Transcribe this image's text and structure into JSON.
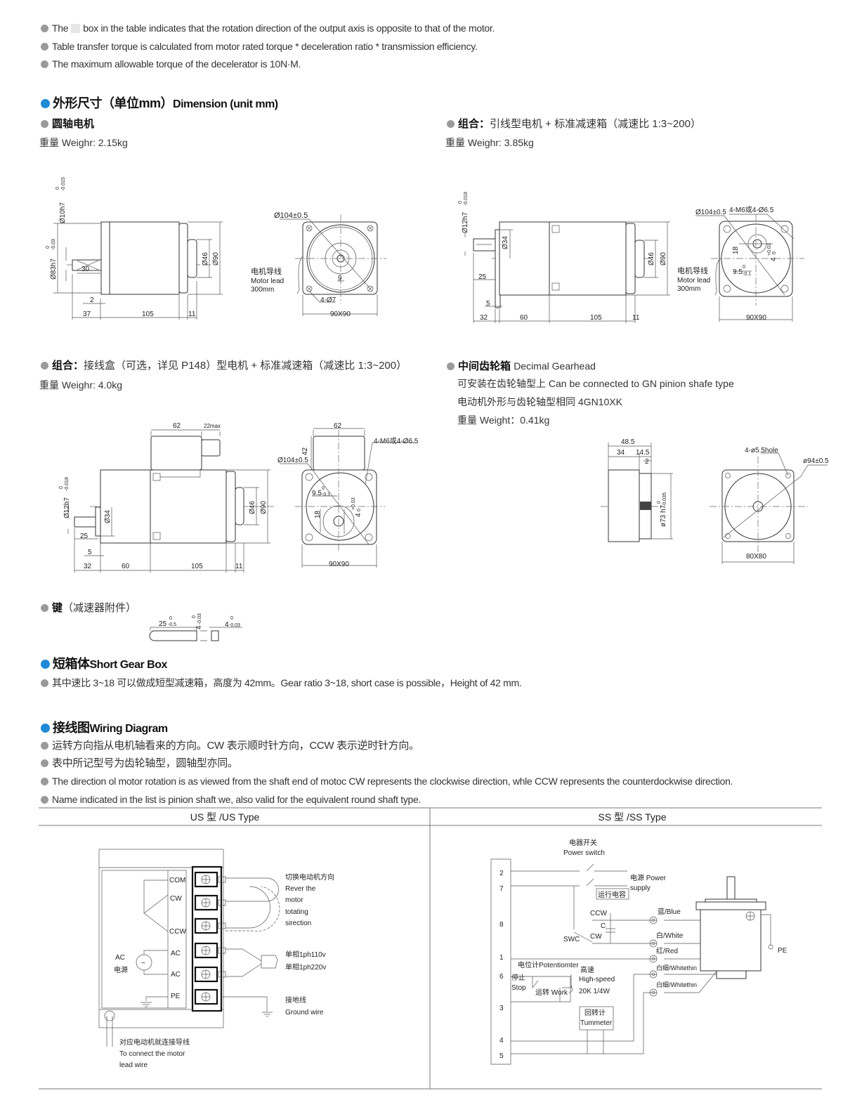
{
  "notes": [
    {
      "before": "The",
      "after": "box in the table indicates that the rotation direction of the output axis is opposite to that of the motor."
    },
    {
      "text": "Table transfer torque is calculated from motor rated torque * deceleration ratio * transmission efficiency."
    },
    {
      "text": "The maximum allowable torque of the decelerator is 10N·M."
    }
  ],
  "dimension": {
    "heading_cn": "外形尺寸（单位mm）",
    "heading_en": "Dimension (unit mm)",
    "round_shaft": {
      "title": "圆轴电机",
      "weight_cn": "重量",
      "weight": "Weighr: 2.15kg",
      "labels": [
        "Ø10h7",
        "0",
        "-0.015",
        "Ø83h7",
        "0",
        "-0.03",
        "30",
        "2",
        "37",
        "105",
        "11",
        "Ø46",
        "Ø90"
      ],
      "front_labels": [
        "Ø104±0.5",
        "电机导线",
        "Motor lead",
        "300mm",
        "9",
        "4-Ø7",
        "90X90"
      ]
    },
    "lead_combo": {
      "title": "组合：",
      "title_rest": "引线型电机 + 标准减速箱（减速比 1:3~200）",
      "weight_cn": "重量",
      "weight": "Weighr: 3.85kg",
      "labels": [
        "Ø12h7",
        "0",
        "-0.018",
        "Ø34",
        "25",
        "5",
        "32",
        "60",
        "105",
        "11",
        "Ø46",
        "Ø90"
      ],
      "front_labels": [
        "Ø104±0.5",
        "4-M6或4-Ø6.5",
        "18",
        "9.5",
        "0",
        "-0.1",
        "4",
        "+0.03",
        "0",
        "电机导线",
        "Motor lead",
        "300mm",
        "90X90"
      ]
    },
    "box_combo": {
      "title": "组合：",
      "title_rest": "接线盒（可选，详见 P148）型电机 + 标准减速箱（减速比 1:3~200）",
      "weight_cn": "重量",
      "weight": "Weighr: 4.0kg",
      "labels": [
        "62",
        "22max",
        "Ø12h7",
        "0",
        "-0.018",
        "Ø34",
        "25",
        "5",
        "32",
        "60",
        "105",
        "11",
        "Ø46",
        "Ø90"
      ],
      "front_labels": [
        "62",
        "42",
        "Ø104±0.5",
        "4-M6或4-Ø6.5",
        "9.5",
        "0",
        "-0.1",
        "18",
        "4",
        "+0.03",
        "0",
        "90X90"
      ]
    },
    "decimal_gearhead": {
      "title_cn": "中间齿轮箱",
      "title_en": "Decimal Gearhead",
      "lines": [
        "可安装在齿轮轴型上 Can be connected to GN pinion shafe type",
        "电动机外形与齿轮轴型相同 4GN10XK"
      ],
      "weight_cn": "重量",
      "weight": "Weight：0.41kg",
      "labels": [
        "48.5",
        "34",
        "14.5",
        "2",
        "ø73 h7",
        "0",
        "-0.035"
      ],
      "front_labels": [
        "4-ø5.5hole",
        "ø94±0.5",
        "80X80"
      ]
    },
    "key": {
      "title": "键",
      "title_rest": "（减速器附件）",
      "labels": [
        "25",
        "0",
        "-0.5",
        "4",
        "0",
        "-0.03",
        "4",
        "0",
        "-0.03"
      ]
    }
  },
  "short_gearbox": {
    "heading_cn": "短箱体",
    "heading_en": "Short Gear Box",
    "text": "其中速比 3~18 可以做成短型减速箱，高度为 42mm。Gear ratio 3~18, short case is possible，Height of 42 mm."
  },
  "wiring": {
    "heading_cn": "接线图",
    "heading_en": "Wiring Diagram",
    "notes": [
      "运转方向指从电机轴看来的方向。CW 表示顺时针方向，CCW 表示逆时针方向。",
      "表中所记型号为齿轮轴型，圆轴型亦同。",
      "The direction ol motor rotation is as viewed from the shaft end of motoc CW represents the clockwise direction, whle CCW represents the counterdockwise direction.",
      "Name indicated in the list is pinion shaft we, also valid for the equivalent round shaft type."
    ],
    "us": {
      "header": "US 型 /US Type",
      "terminals": [
        "COM",
        "CW",
        "CCW",
        "AC",
        "AC",
        "PE"
      ],
      "ac_label": "AC",
      "ac_cn": "电源",
      "ac_symbol": "~",
      "reverse": [
        "切换电动机方向",
        "Rever the",
        "motor",
        "totating",
        "sirection"
      ],
      "power": [
        "单相1ph110v",
        "单相1ph220v"
      ],
      "ground": [
        "接地线",
        "Ground wire"
      ],
      "lead": [
        "对应电动机就连接导线",
        "To connect the motor",
        "lead wire"
      ]
    },
    "ss": {
      "header": "SS 型 /SS Type",
      "terminals": [
        "2",
        "7",
        "8",
        "1",
        "6",
        "3",
        "4",
        "5"
      ],
      "power_switch": [
        "电器开关",
        "Power switch"
      ],
      "power_supply": [
        "电源 Power",
        "supply"
      ],
      "run_cap": "运行电容",
      "ccw": "CCW",
      "cw": "CW",
      "c": "C",
      "swc": "SWC",
      "wires": [
        "蓝/Blue",
        "白/White",
        "红/Red",
        "白细/Whitethin",
        "白细/Whitethin"
      ],
      "pe": "PE",
      "potentiometer": "电位计Potentiomter",
      "high_speed": [
        "高速",
        "High-speed",
        "20K 1/4W"
      ],
      "stop": [
        "停止",
        "Stop"
      ],
      "work": "运转 Work",
      "tachometer": [
        "回转计",
        "Tummeter"
      ]
    }
  }
}
